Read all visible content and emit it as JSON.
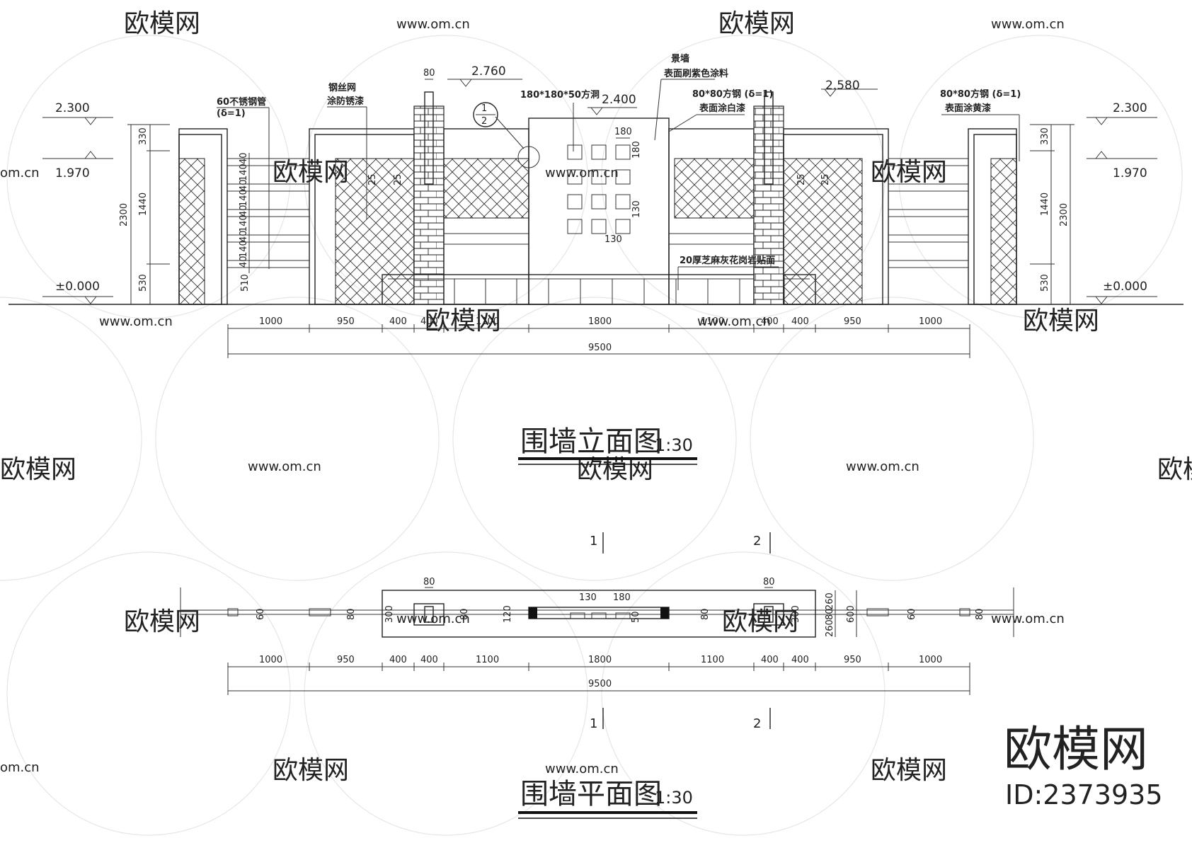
{
  "watermark": {
    "brand": "欧模网",
    "url": "www.om.cn",
    "url_short": "om.cn"
  },
  "elevation": {
    "title": "围墙立面图",
    "scale": "1:30",
    "levels": {
      "top_center": "2.760",
      "center": "2.400",
      "right_inner": "2.580",
      "left_top": "2.300",
      "left_mid": "1.970",
      "left_ground": "±0.000",
      "right_top": "2.300",
      "right_mid": "1.970",
      "right_ground": "±0.000"
    },
    "notes": {
      "pipe": "60不锈钢管",
      "pipe_delta": "(δ=1)",
      "mesh_1": "钢丝网",
      "mesh_2": "涂防锈漆",
      "hole": "180*180*50方洞",
      "wall_1": "景墙",
      "wall_2": "表面刷紫色涂料",
      "steel_1": "80*80方钢 (δ=1)",
      "steel_2": "表面涂白漆",
      "steel_r1": "80*80方钢 (δ=1)",
      "steel_r2": "表面涂黄漆",
      "granite": "20厚芝麻灰花岗岩贴面"
    },
    "small_dims": {
      "d80": "80",
      "d180": "180",
      "d180v": "180",
      "d130v": "130",
      "d130": "130",
      "d25a": "25",
      "d25b": "25",
      "d25c": "25",
      "d25d": "25"
    },
    "rails": [
      "40",
      "140",
      "40",
      "140",
      "40",
      "140",
      "40",
      "140",
      "40"
    ],
    "section_mark": {
      "top": "1",
      "bottom": "2"
    },
    "vdims_left": [
      "330",
      "1440",
      "530",
      "2300",
      "510"
    ],
    "vdims_right": [
      "330",
      "1440",
      "530",
      "2300"
    ],
    "hdims": [
      "1000",
      "950",
      "400",
      "400",
      "1100",
      "1800",
      "1100",
      "400",
      "400",
      "950",
      "1000"
    ],
    "total": "9500"
  },
  "plan": {
    "title": "围墙平面图",
    "scale": "1:30",
    "cut_labels": [
      "1",
      "2",
      "1",
      "2"
    ],
    "dims_top": {
      "d80a": "80",
      "d130": "130",
      "d180": "180",
      "d80b": "80"
    },
    "dims_small": [
      "60",
      "80",
      "300",
      "80",
      "120",
      "50",
      "80",
      "300",
      "60",
      "80"
    ],
    "dims_right": {
      "a": "260",
      "b": "80",
      "c": "260",
      "d": "600"
    },
    "hdims": [
      "1000",
      "950",
      "400",
      "400",
      "1100",
      "1800",
      "1100",
      "400",
      "400",
      "950",
      "1000"
    ],
    "total": "9500"
  },
  "brand_block": {
    "name": "欧模网",
    "id": "ID:2373935"
  }
}
